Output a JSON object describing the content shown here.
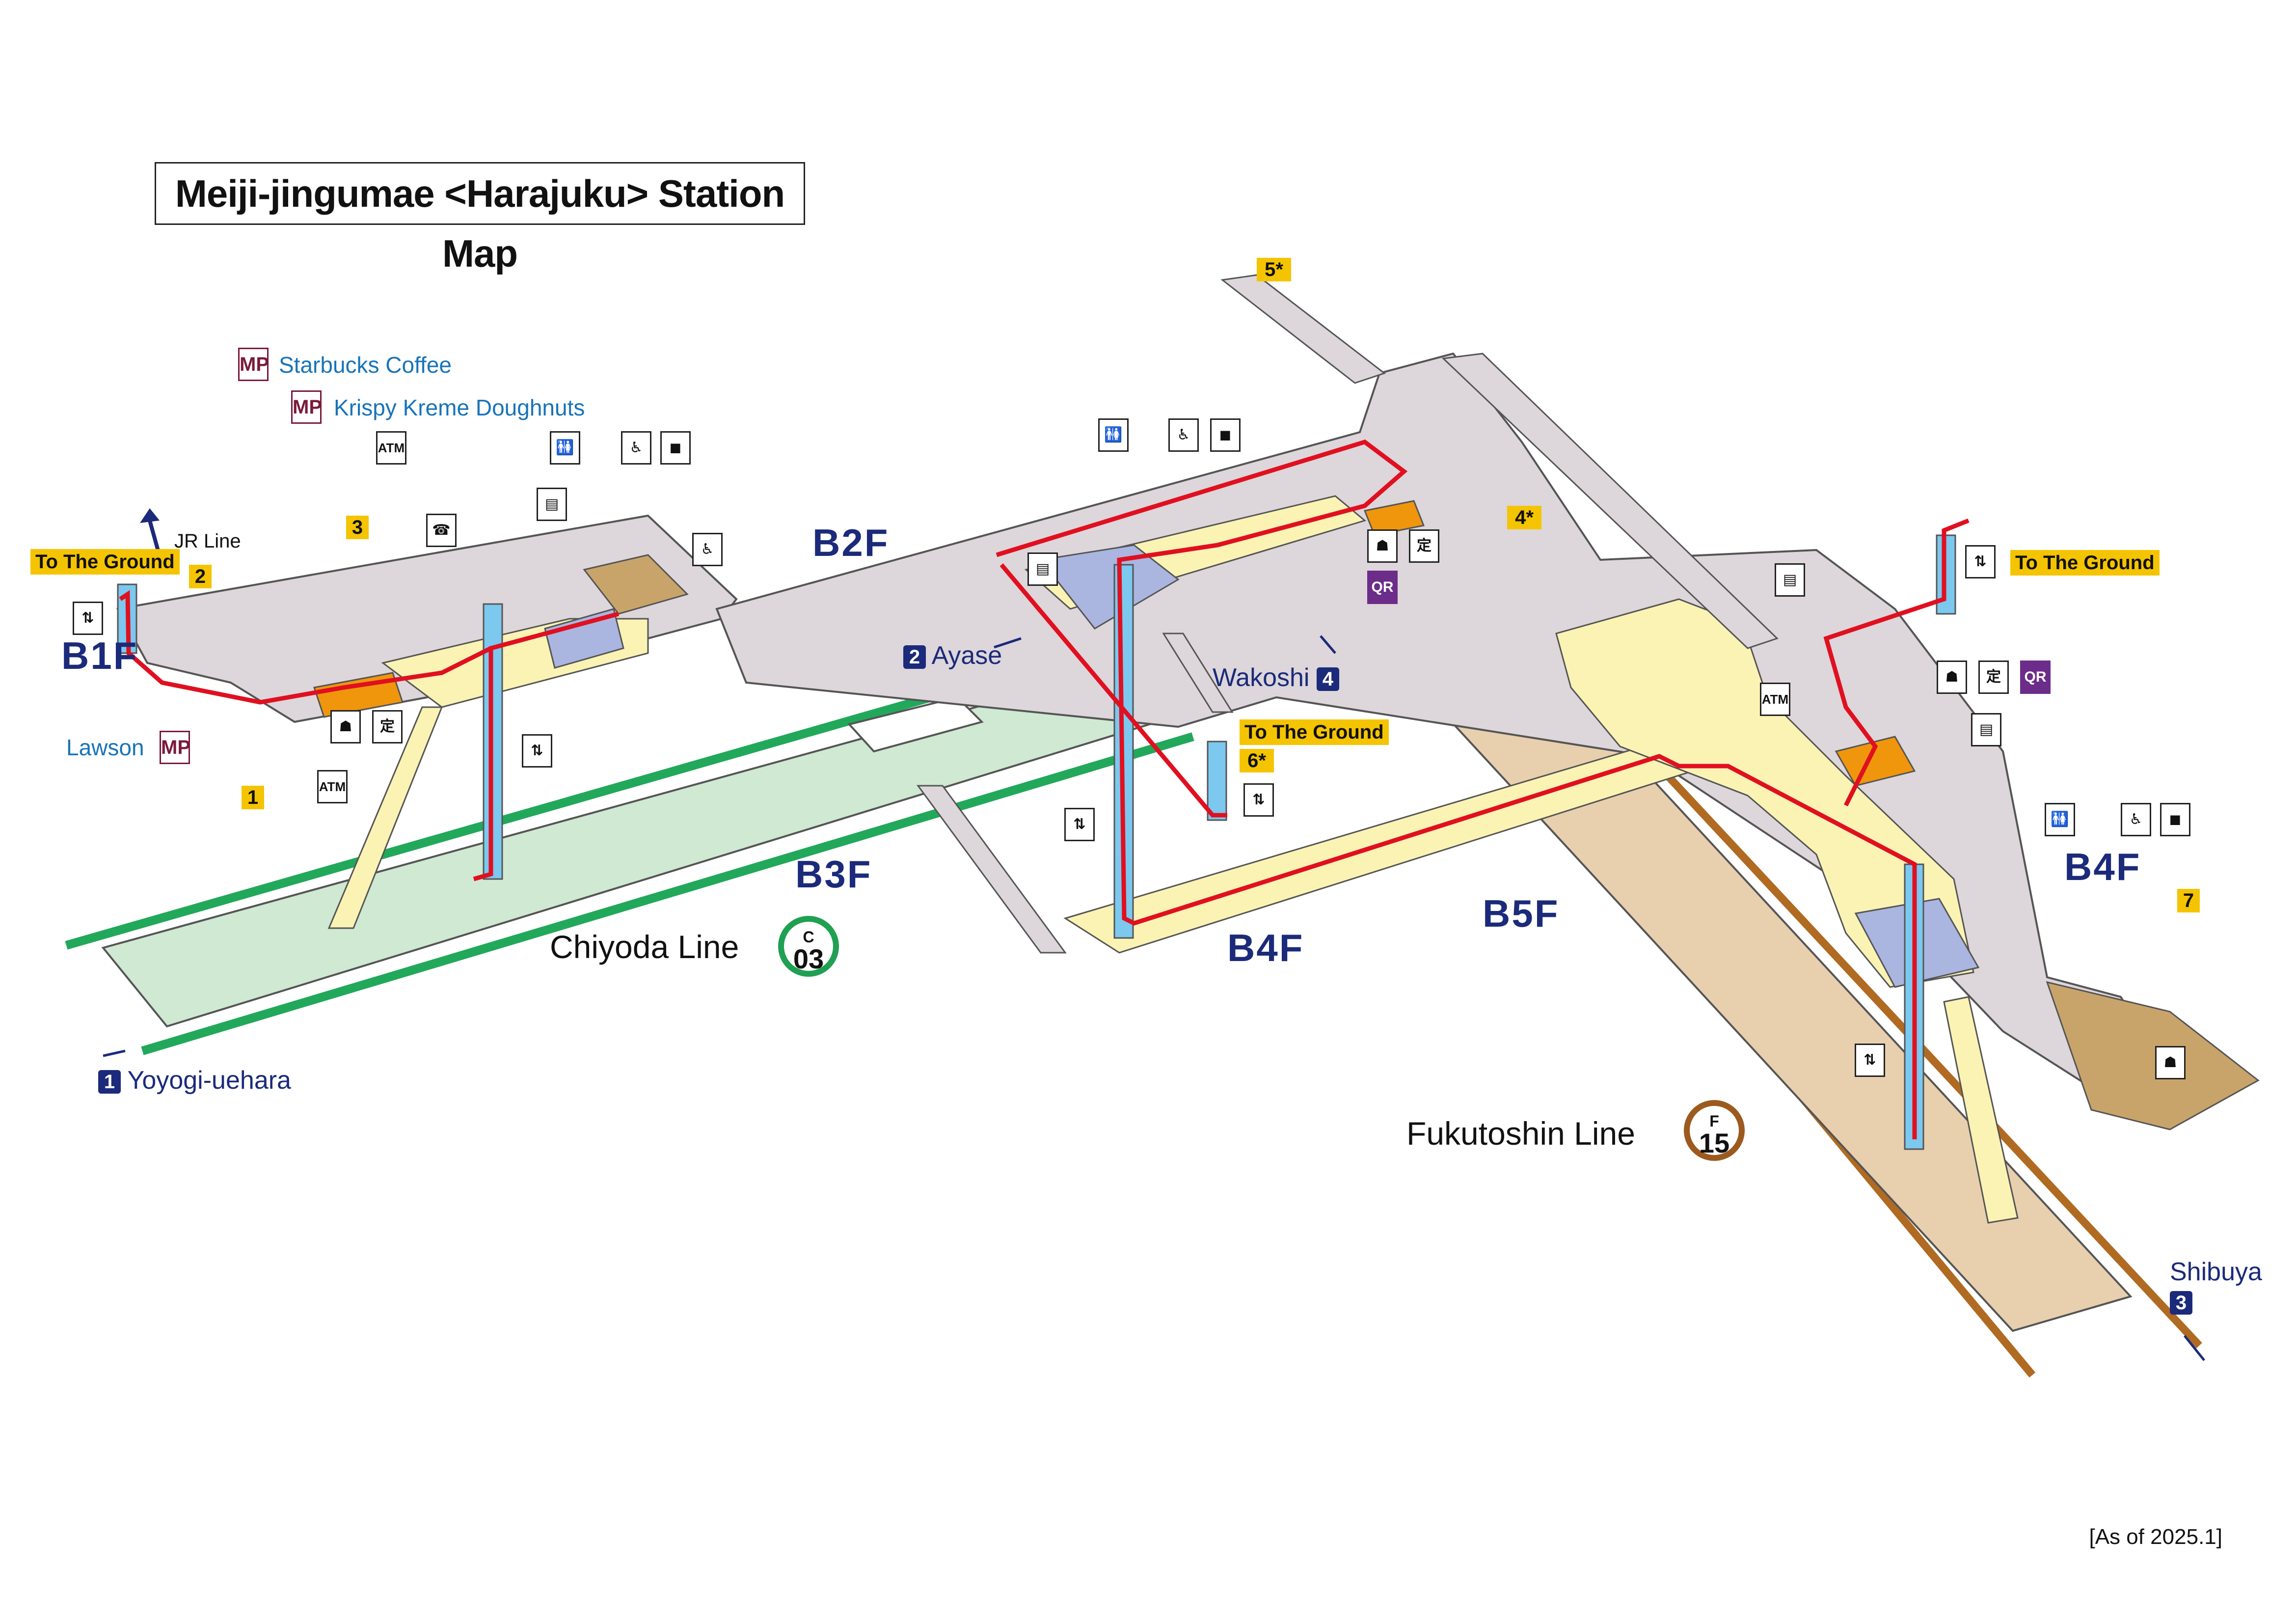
{
  "title": "Meiji-jingumae <Harajuku> Station Map",
  "as_of": "[As of 2025.1]",
  "floors": {
    "b1f": "B1F",
    "b2f": "B2F",
    "b3f": "B3F",
    "b4f_center": "B4F",
    "b4f_right": "B4F",
    "b5f": "B5F"
  },
  "lines": {
    "chiyoda": {
      "name": "Chiyoda Line",
      "letter": "C",
      "number": "03",
      "color": "#1fa052"
    },
    "fukutoshin": {
      "name": "Fukutoshin Line",
      "letter": "F",
      "number": "15",
      "color": "#9c5a1e"
    }
  },
  "shops": {
    "starbucks": "Starbucks Coffee",
    "krispy": "Krispy Kreme Doughnuts",
    "lawson": "Lawson"
  },
  "directions": {
    "jr_line": "JR Line",
    "yoyogi": {
      "num": "1",
      "text": "Yoyogi-uehara"
    },
    "ayase": {
      "num": "2",
      "text": "Ayase"
    },
    "wakoshi": {
      "num": "4",
      "text": "Wakoshi"
    },
    "shibuya": {
      "num": "3",
      "text": "Shibuya"
    }
  },
  "to_ground_labels": {
    "left": "To The Ground",
    "center": "To The Ground",
    "right": "To The Ground"
  },
  "exits": {
    "e1": "1",
    "e2": "2",
    "e3": "3",
    "e4": "4*",
    "e5": "5*",
    "e6": "6*",
    "e7": "7"
  },
  "icon_text": {
    "mp": "MP",
    "atm": "ATM",
    "qr": "QR",
    "ticket": "定"
  },
  "colors": {
    "route": "#e01020",
    "concourse": "#ddd6da",
    "paid_area": "#fbf3b4",
    "chiyoda_platform": "#cfe9d2",
    "fukutoshin_platform": "#e8cfae",
    "elevator": "#7cc8ef",
    "ticket_gate": "#aab6e0",
    "office": "#c9a46a",
    "shop_counter": "#f0960c"
  }
}
